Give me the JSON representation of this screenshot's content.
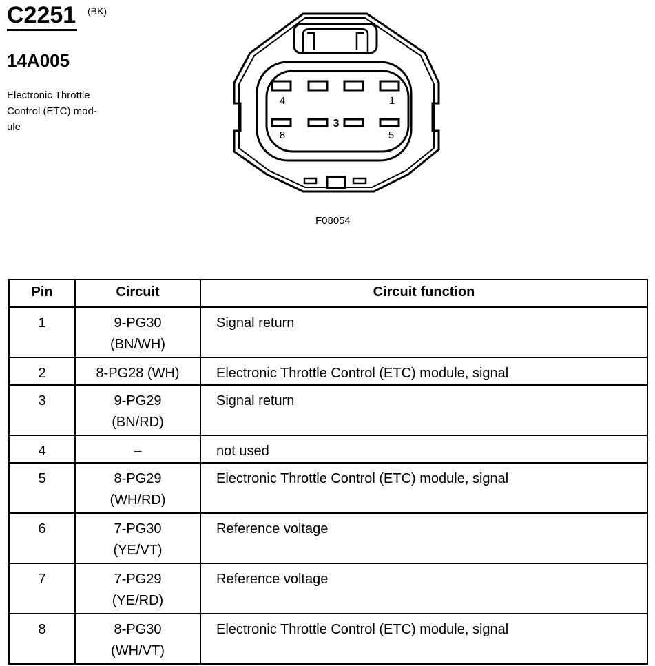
{
  "connector": {
    "id": "C2251",
    "color": "(BK)",
    "part_number": "14A005",
    "description_lines": [
      "Electronic Throttle",
      "Control (ETC) mod-",
      "ule"
    ]
  },
  "diagram": {
    "figure_id": "F08054",
    "pin_labels": {
      "p4": "4",
      "p1": "1",
      "p8": "8",
      "p5": "5"
    },
    "key_mark": "3"
  },
  "table": {
    "headers": [
      "Pin",
      "Circuit",
      "Circuit function"
    ],
    "rows": [
      {
        "pin": "1",
        "circuit": [
          "9-PG30",
          "(BN/WH)"
        ],
        "function": "Signal return"
      },
      {
        "pin": "2",
        "circuit": [
          "8-PG28 (WH)"
        ],
        "function": "Electronic Throttle Control (ETC) module, signal"
      },
      {
        "pin": "3",
        "circuit": [
          "9-PG29",
          "(BN/RD)"
        ],
        "function": "Signal return"
      },
      {
        "pin": "4",
        "circuit": [
          "–"
        ],
        "function": "not used"
      },
      {
        "pin": "5",
        "circuit": [
          "8-PG29",
          "(WH/RD)"
        ],
        "function": "Electronic Throttle Control (ETC) module, signal"
      },
      {
        "pin": "6",
        "circuit": [
          "7-PG30",
          "(YE/VT)"
        ],
        "function": "Reference voltage"
      },
      {
        "pin": "7",
        "circuit": [
          "7-PG29",
          "(YE/RD)"
        ],
        "function": "Reference voltage"
      },
      {
        "pin": "8",
        "circuit": [
          "8-PG30",
          "(WH/VT)"
        ],
        "function": "Electronic Throttle Control (ETC) module, signal"
      }
    ]
  }
}
